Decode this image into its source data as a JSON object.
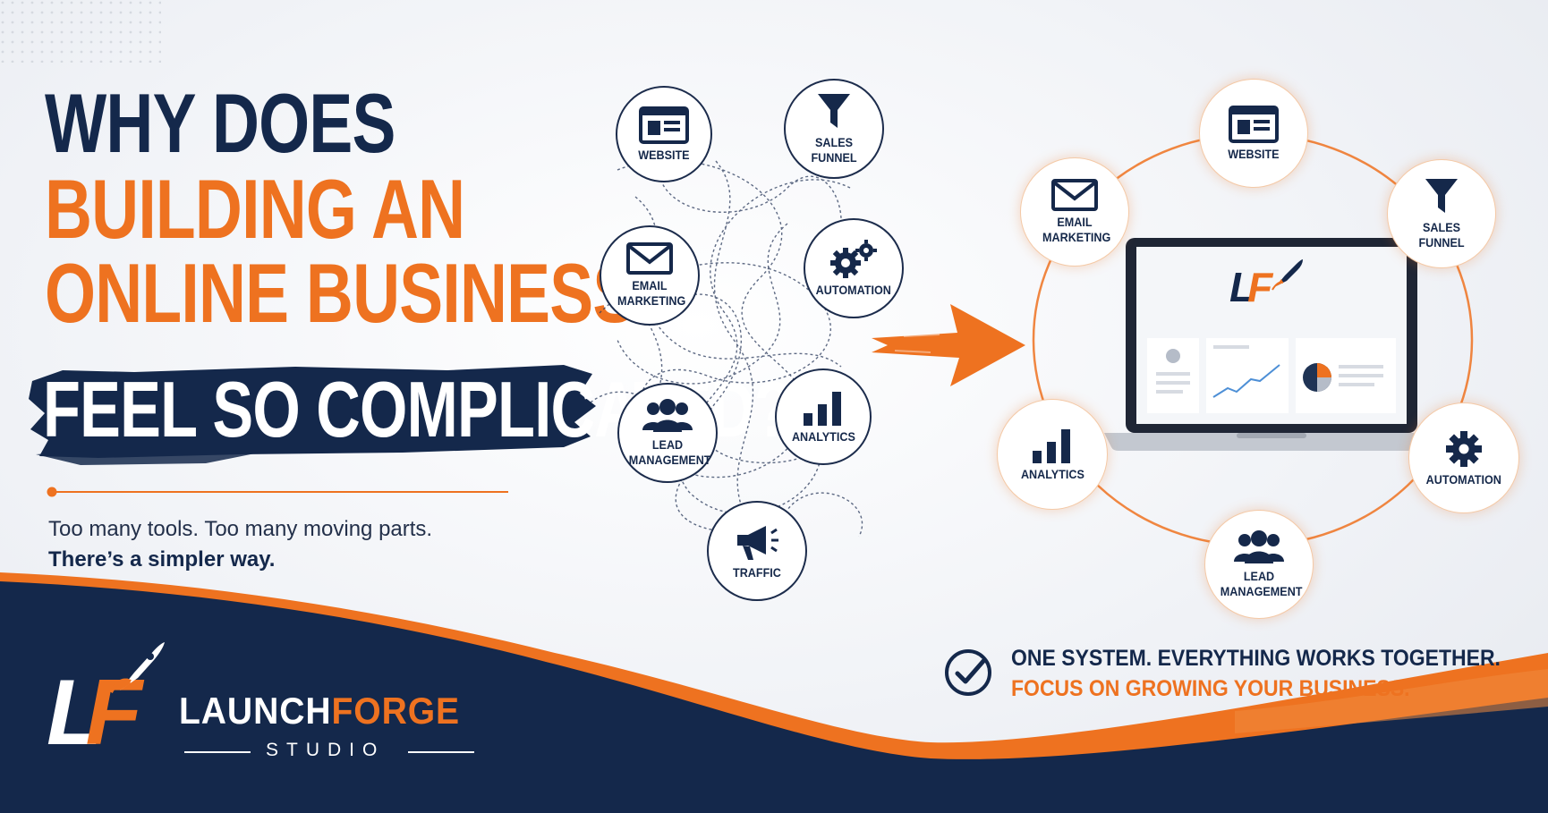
{
  "headline": {
    "line1": "WHY DOES",
    "line2": "BUILDING AN",
    "line3": "ONLINE BUSINESS",
    "line4": "FEEL SO COMPLICATED?"
  },
  "tagline": {
    "line1": "Too many tools. Too many moving parts.",
    "line2": "There’s a simpler way."
  },
  "left_cluster": [
    {
      "label": "WEBSITE",
      "icon": "website-icon"
    },
    {
      "label": "SALES FUNNEL",
      "icon": "funnel-icon"
    },
    {
      "label": "EMAIL MARKETING",
      "icon": "email-icon"
    },
    {
      "label": "AUTOMATION",
      "icon": "gears-icon"
    },
    {
      "label": "LEAD MANAGEMENT",
      "icon": "people-icon"
    },
    {
      "label": "ANALYTICS",
      "icon": "bar-chart-icon"
    },
    {
      "label": "TRAFFIC",
      "icon": "megaphone-icon"
    }
  ],
  "right_ring": [
    {
      "label": "WEBSITE",
      "icon": "website-icon"
    },
    {
      "label": "SALES FUNNEL",
      "icon": "funnel-icon"
    },
    {
      "label": "EMAIL MARKETING",
      "icon": "email-icon"
    },
    {
      "label": "ANALYTICS",
      "icon": "bar-chart-icon"
    },
    {
      "label": "AUTOMATION",
      "icon": "gear-icon"
    },
    {
      "label": "LEAD MANAGEMENT",
      "icon": "people-icon"
    }
  ],
  "laptop": {
    "logo_text": "LF"
  },
  "bottom_message": {
    "line1": "ONE SYSTEM. EVERYTHING WORKS TOGETHER.",
    "line2": "FOCUS ON GROWING YOUR BUSINESS."
  },
  "brand": {
    "name": "LAUNCHFORGE",
    "sub": "STUDIO",
    "logo_text": "LF"
  },
  "colors": {
    "navy": "#14284b",
    "orange": "#ee7220",
    "white": "#ffffff"
  }
}
